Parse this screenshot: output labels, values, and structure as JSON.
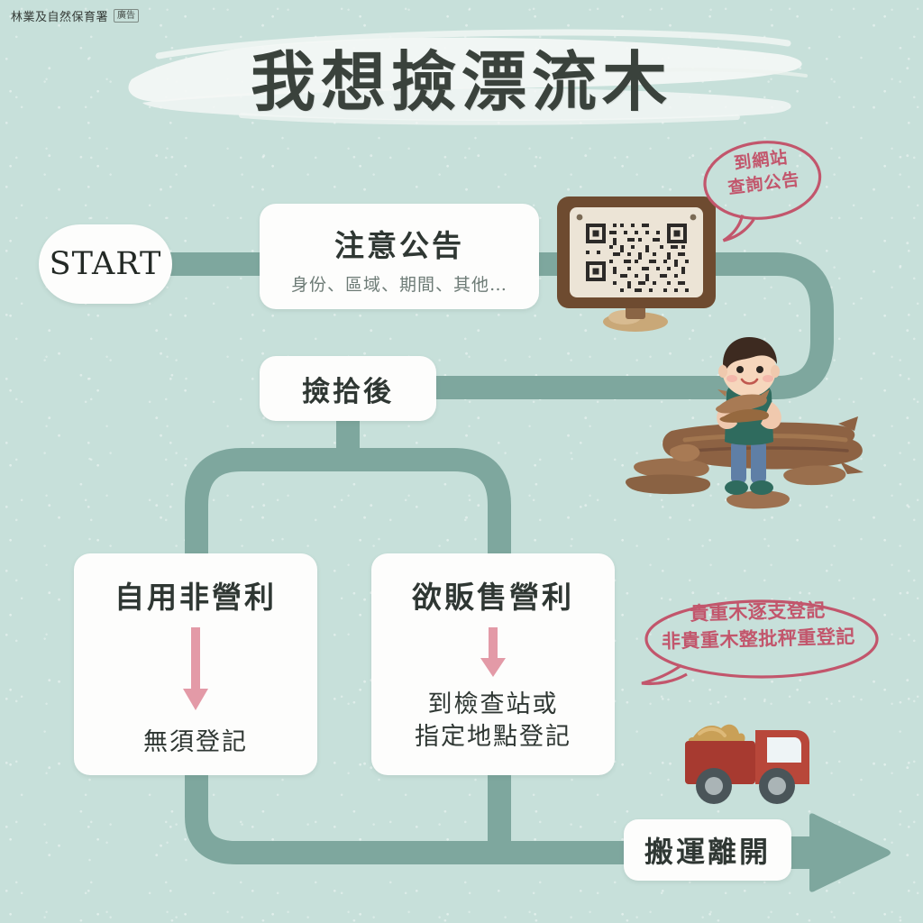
{
  "header": {
    "agency": "林業及自然保育署",
    "ad_badge": "廣告",
    "title": "我想撿漂流木"
  },
  "flow": {
    "start": {
      "label": "START"
    },
    "notice": {
      "title": "注意公告",
      "subtitle": "身份、區域、期間、其他…"
    },
    "after_pickup": {
      "title": "撿拾後"
    },
    "self_use": {
      "title": "自用非營利",
      "result": "無須登記"
    },
    "for_sale": {
      "title": "欲販售營利",
      "result": "到檢查站或\n指定地點登記",
      "result_line1": "到檢查站或",
      "result_line2": "指定地點登記"
    },
    "transport": {
      "title": "搬運離開"
    }
  },
  "bubbles": {
    "qr": {
      "line1": "到網站",
      "line2": "查詢公告"
    },
    "register": {
      "line1": "貴重木逐支登記",
      "line2": "非貴重木整批秤重登記"
    }
  },
  "icons": {
    "qr_sign": "qr-code-signboard-icon",
    "person": "person-carrying-driftwood-icon",
    "logs": "driftwood-logs-icon",
    "truck": "red-pickup-truck-icon",
    "down_arrow": "pink-down-arrow-icon",
    "right_arrow": "teal-right-arrow-icon"
  },
  "colors": {
    "background": "#c7e0da",
    "flow_line": "#7ea79e",
    "box_fill": "#fdfdfc",
    "text_dark": "#2f3733",
    "text_muted": "#6d7b76",
    "accent_pink": "#e39aa7",
    "bubble_pink": "#c2566c",
    "wood_brown": "#9a6f4d",
    "truck_red": "#b63f34",
    "title_dark": "#3a423c"
  }
}
